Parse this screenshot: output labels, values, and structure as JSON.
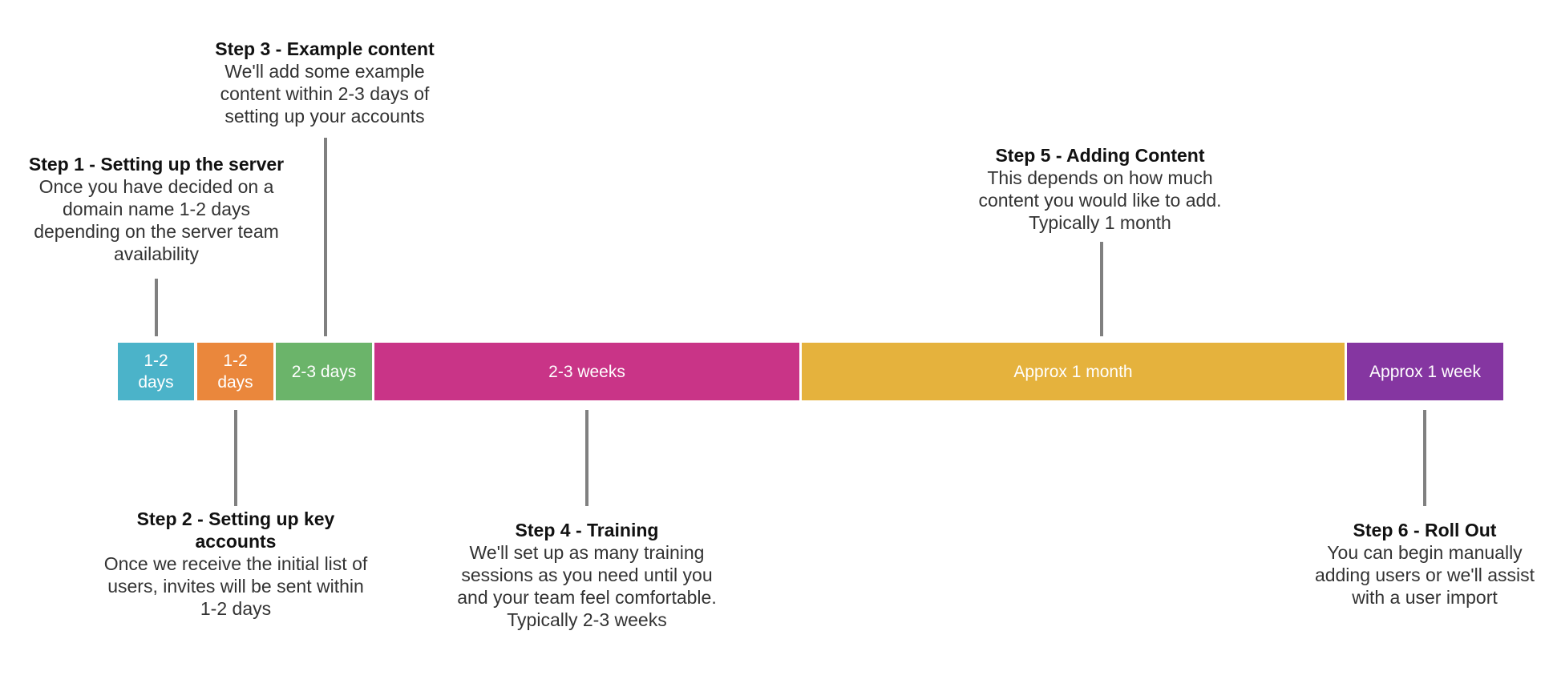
{
  "steps": [
    {
      "duration": "1-2 days",
      "color": "#4bb3c9",
      "title": "Step 1 - Setting up the server",
      "description": "Once you have decided on a domain name 1-2 days depending on the server team availability"
    },
    {
      "duration": "1-2 days",
      "color": "#ea873c",
      "title": "Step 2 - Setting up key accounts",
      "description": "Once we receive the initial list of users, invites will be sent within 1-2 days"
    },
    {
      "duration": "2-3 days",
      "color": "#6bb46a",
      "title": "Step 3 - Example content",
      "description": "We'll add some example content within 2-3 days of setting up your accounts"
    },
    {
      "duration": "2-3 weeks",
      "color": "#c93487",
      "title": "Step 4 - Training",
      "description": "We'll set up as many training sessions as you need until you and your team feel comfortable. Typically 2-3 weeks"
    },
    {
      "duration": "Approx 1 month",
      "color": "#e5b23d",
      "title": "Step 5 - Adding Content",
      "description": "This depends on how much content you would like to add. Typically 1 month"
    },
    {
      "duration": "Approx 1 week",
      "color": "#8536a1",
      "title": "Step 6 - Roll Out",
      "description": "You can begin manually adding users or we'll assist with a user import"
    }
  ],
  "connector_color": "#808080"
}
